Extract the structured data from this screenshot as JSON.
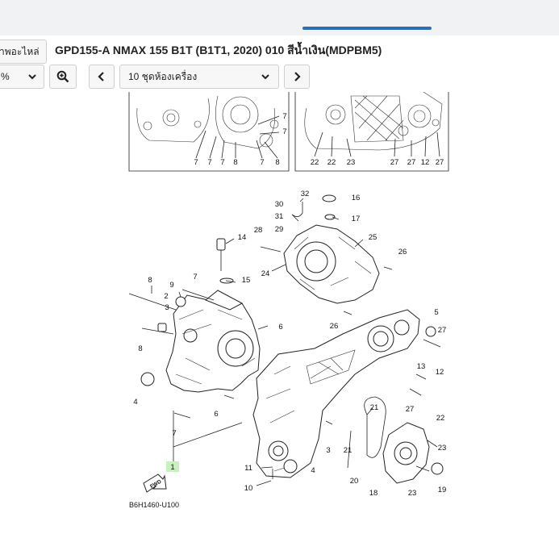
{
  "header": {
    "parts_tab_label": "าพอะไหล่",
    "title": "GPD155-A NMAX 155 B1T (B1T1, 2020) 010 สีน้ำเงิน(MDPBM5)"
  },
  "toolbar": {
    "zoom_value": "%",
    "section_selected": "10 ชุดห้องเครื่อง"
  },
  "icons": {
    "zoom": "zoom-in-icon",
    "prev": "chevron-left-icon",
    "next": "chevron-right-icon",
    "dropdown": "chevron-down-icon"
  },
  "colors": {
    "accent": "#2f6db5",
    "callout_highlight": "#c8f0c0"
  },
  "diagram": {
    "code": "B6H1460-U100",
    "fwd_label": "FWD",
    "inset_left_callouts": [
      "7",
      "7",
      "7",
      "8",
      "7",
      "8",
      "7",
      "7"
    ],
    "inset_right_callouts": [
      "22",
      "22",
      "23",
      "27",
      "27",
      "12",
      "27"
    ],
    "callouts": {
      "c1": "1",
      "c2": "2",
      "c3a": "3",
      "c3b": "3",
      "c4a": "4",
      "c4b": "4",
      "c5": "5",
      "c6a": "6",
      "c6b": "6",
      "c7a": "7",
      "c7b": "7",
      "c8a": "8",
      "c8b": "8",
      "c9": "9",
      "c10": "10",
      "c11": "11",
      "c12": "12",
      "c13": "13",
      "c14": "14",
      "c15": "15",
      "c16": "16",
      "c17": "17",
      "c18": "18",
      "c19": "19",
      "c20": "20",
      "c21a": "21",
      "c21b": "21",
      "c22": "22",
      "c23a": "23",
      "c23b": "23",
      "c24": "24",
      "c25": "25",
      "c26a": "26",
      "c26b": "26",
      "c27a": "27",
      "c27b": "27",
      "c28": "28",
      "c29": "29",
      "c30": "30",
      "c31": "31",
      "c32": "32"
    }
  }
}
